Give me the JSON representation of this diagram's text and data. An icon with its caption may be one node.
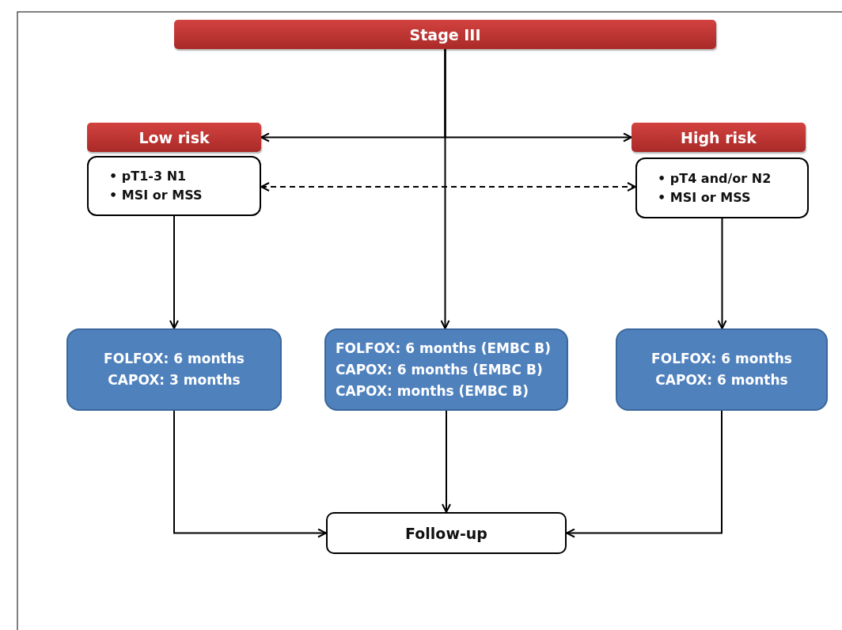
{
  "diagram": {
    "nodes": [
      {
        "text": [
          "Stage III"
        ]
      },
      {
        "text": [
          "Low risk"
        ]
      },
      {
        "text": [
          "• pT1-3 N1",
          "• MSI or MSS"
        ]
      },
      {
        "text": [
          "High risk"
        ]
      },
      {
        "text": [
          "• pT4 and/or N2",
          "• MSI or MSS"
        ]
      },
      {
        "text": [
          "FOLFOX: 6 months",
          "CAPOX: 3 months"
        ]
      },
      {
        "text": [
          "FOLFOX: 6 months (EMBC B)",
          "CAPOX: 6 months (EMBC B)",
          "CAPOX: months (EMBC B)"
        ]
      },
      {
        "text": [
          "FOLFOX: 6 months",
          "CAPOX: 6 months"
        ]
      },
      {
        "text": [
          "Follow-up"
        ]
      }
    ],
    "edges": [
      {
        "from": 0,
        "to": 1,
        "arrow": "to"
      },
      {
        "from": 0,
        "to": 3,
        "arrow": "to"
      },
      {
        "from": 0,
        "to": 6,
        "arrow": "to"
      },
      {
        "from": 2,
        "to": 4,
        "arrow": "both",
        "style": "dashed"
      },
      {
        "from": 2,
        "to": 5,
        "arrow": "to"
      },
      {
        "from": 4,
        "to": 7,
        "arrow": "to"
      },
      {
        "from": 5,
        "to": 8,
        "arrow": "to"
      },
      {
        "from": 6,
        "to": 8,
        "arrow": "to"
      },
      {
        "from": 7,
        "to": 8,
        "arrow": "to"
      }
    ]
  }
}
